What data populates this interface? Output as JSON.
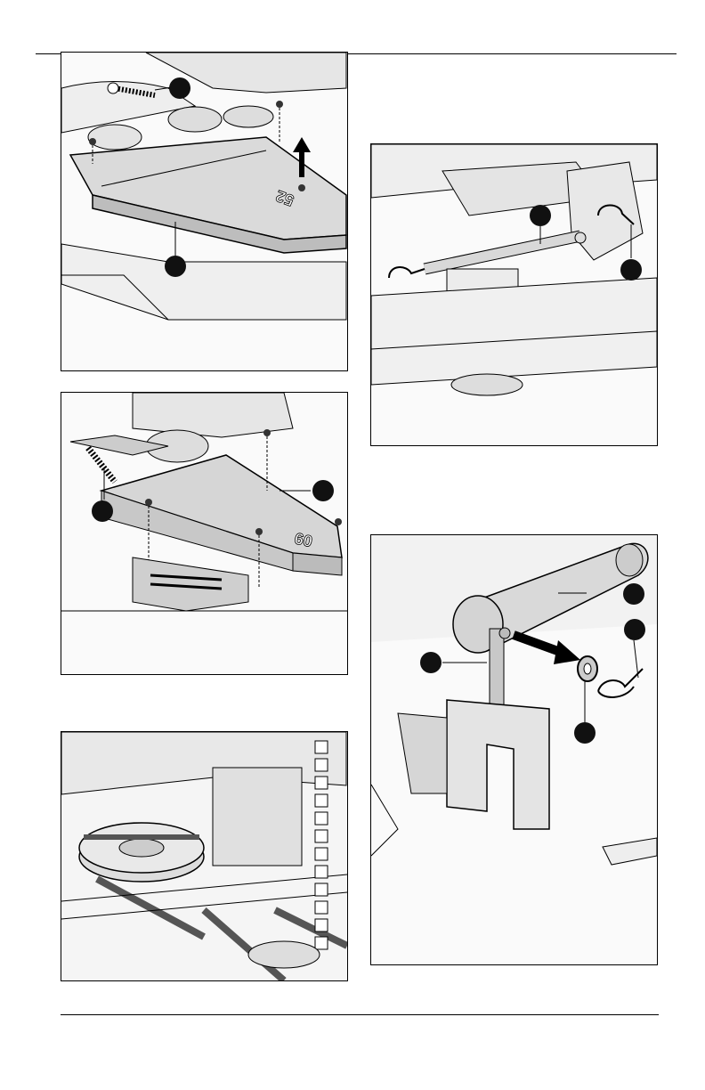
{
  "figures": [
    {
      "id": "fig1",
      "deck_label": "52",
      "callouts": 2
    },
    {
      "id": "fig2",
      "deck_label": "60",
      "callouts": 2
    },
    {
      "id": "fig3",
      "callouts": 0
    },
    {
      "id": "fig4",
      "callouts": 2
    },
    {
      "id": "fig5",
      "callouts": 4
    }
  ],
  "colors": {
    "line": "#000000",
    "shade": "#dcdcdc",
    "light": "#efefef",
    "belt": "#555555"
  }
}
